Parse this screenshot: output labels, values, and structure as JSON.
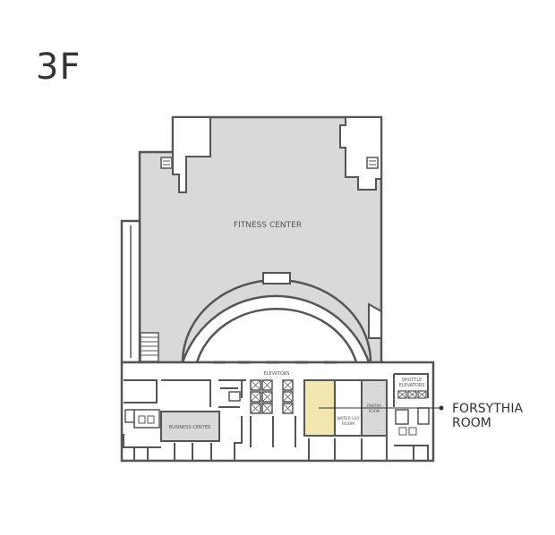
{
  "floor": "3F",
  "rooms": {
    "fitness_center": "FITNESS CENTER",
    "elevators": "ELEVATORS",
    "shuttle_elevators_line1": "SHUTTLE",
    "shuttle_elevators_line2": "ELEVATORS",
    "business_center": "BUSINESS CENTER",
    "water_lily_line1": "WATER LILY",
    "water_lily_line2": "ROOM",
    "pantry_line1": "PANTRA",
    "pantry_line2": "ROOM"
  },
  "callout": {
    "line1": "FORSYTHIA",
    "line2": "ROOM"
  },
  "colors": {
    "wall": "#555555",
    "room_fill": "#d9d9d9",
    "highlight_fill": "#f2e6b0",
    "background": "#ffffff"
  }
}
